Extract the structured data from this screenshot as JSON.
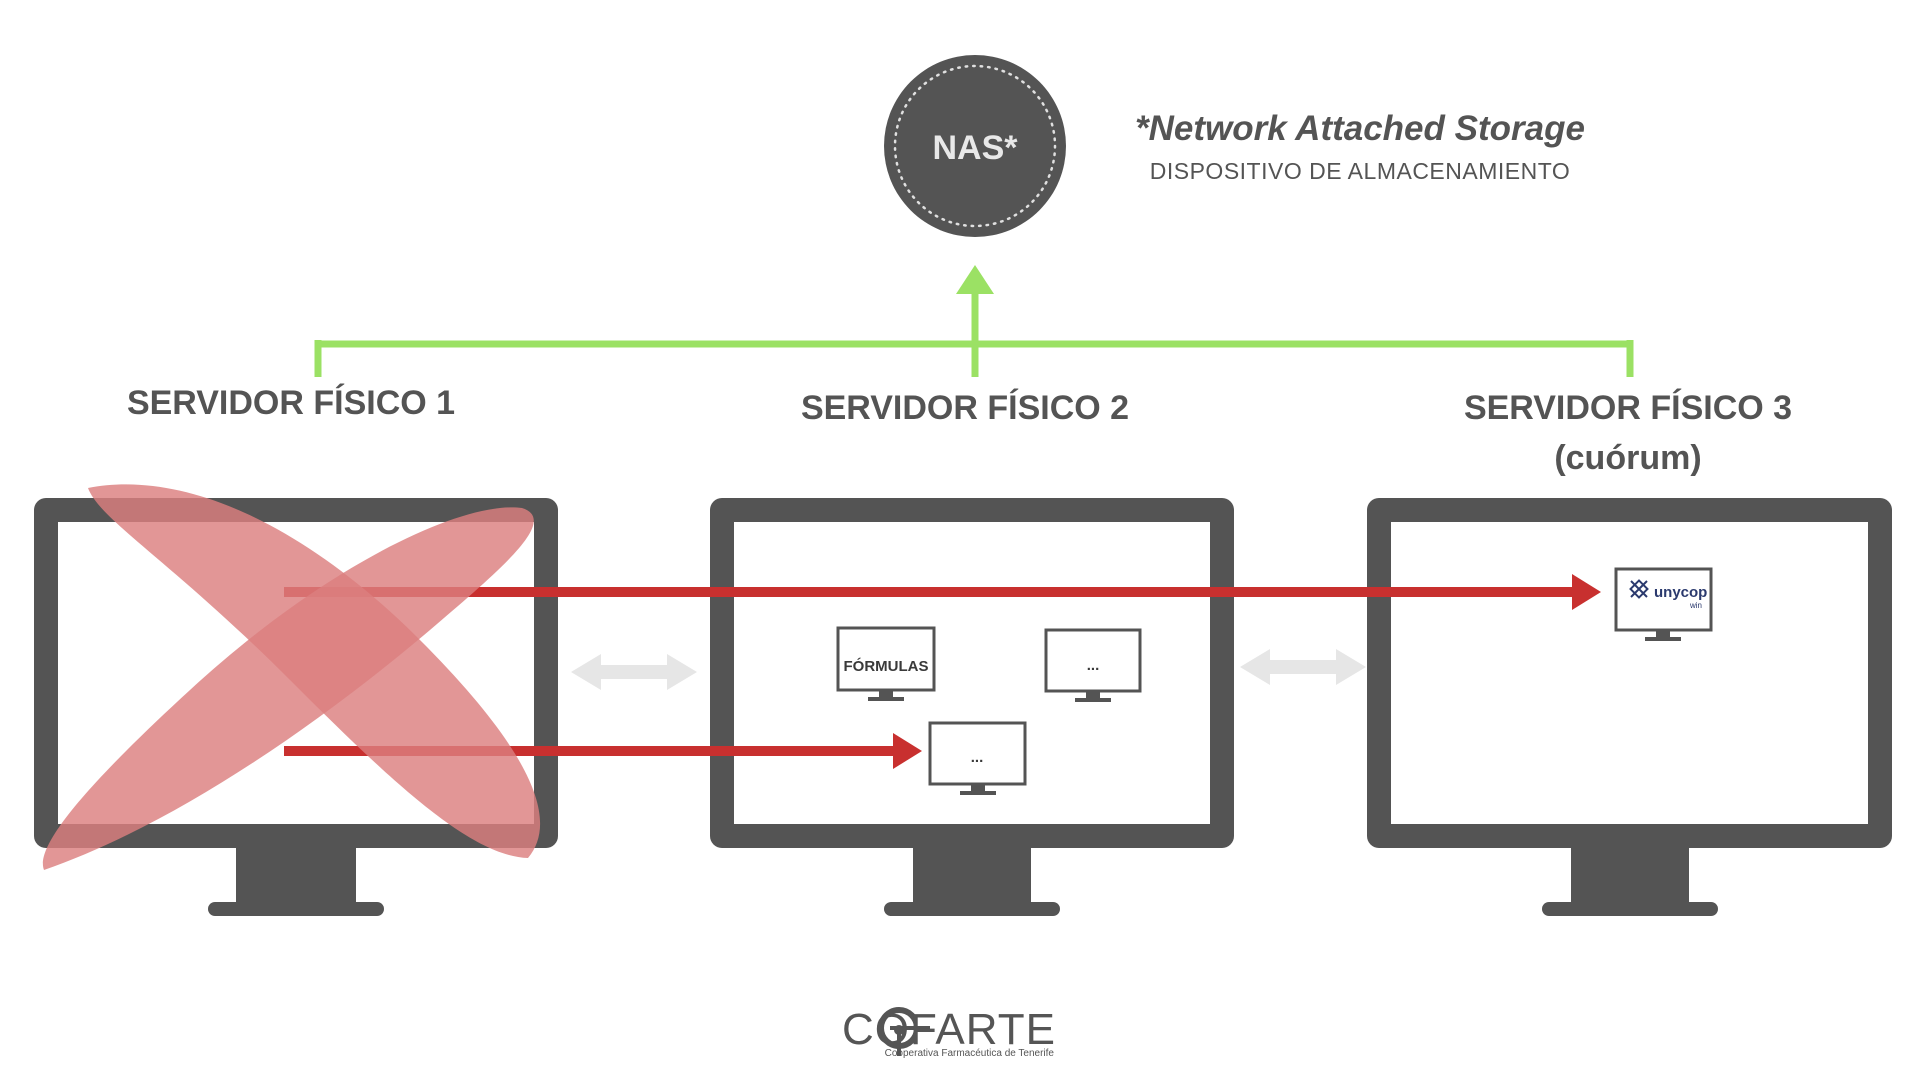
{
  "colors": {
    "monitor": "#545454",
    "screen": "#ffffff",
    "connector": "#9be164",
    "failover_arrow": "#c8302f",
    "failure_cross": "#dc7f7f",
    "sync_arrow": "#e6e6e6",
    "text": "#545454"
  },
  "nas": {
    "label": "NAS*",
    "full_name": "*Network Attached Storage",
    "description": "DISPOSITIVO DE ALMACENAMIENTO"
  },
  "servers": [
    {
      "title": "SERVIDOR FÍSICO 1",
      "subtitle": "",
      "status": "failed"
    },
    {
      "title": "SERVIDOR FÍSICO 2",
      "subtitle": ""
    },
    {
      "title": "SERVIDOR FÍSICO 3",
      "subtitle": "(cuórum)"
    }
  ],
  "virtual_machines": {
    "formulas": "FÓRMULAS",
    "vm_a": "...",
    "vm_b": "...",
    "unycop_brand": "unycop",
    "unycop_sub": "win"
  },
  "icons": [
    "unycop-logo-icon",
    "cofarte-logo-icon",
    "failure-cross-icon",
    "bidirectional-arrow-icon"
  ],
  "footer": {
    "logo_text": "COFARTE",
    "logo_subtitle": "Cooperativa Farmacéutica de Tenerife"
  }
}
